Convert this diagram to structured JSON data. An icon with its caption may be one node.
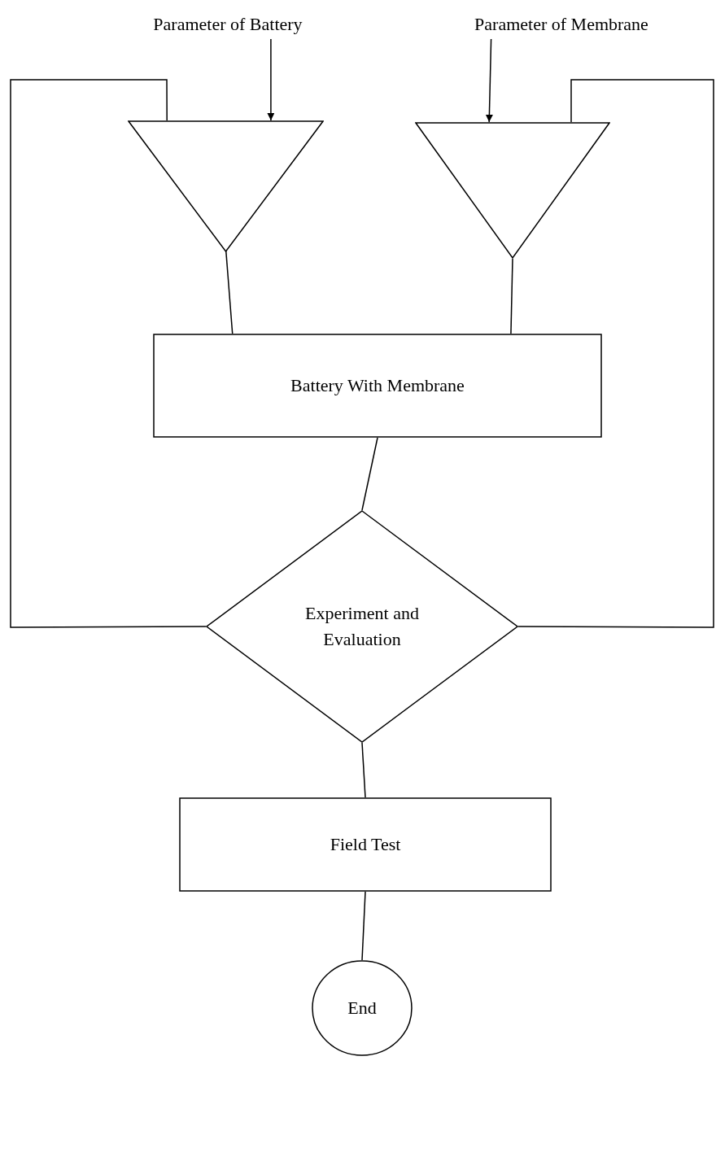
{
  "diagram": {
    "nodes": [
      {
        "text": [
          "Parameter of Battery"
        ]
      },
      {
        "text": [
          "Parameter of Membrane"
        ]
      },
      {
        "text": [],
        "shape": "triangle"
      },
      {
        "text": [],
        "shape": "triangle"
      },
      {
        "text": [
          "Battery With Membrane"
        ]
      },
      {
        "text": [
          "Experiment and Evaluation"
        ]
      },
      {
        "text": [
          "Field Test"
        ]
      },
      {
        "text": [
          "End"
        ]
      }
    ],
    "edges": [
      {
        "from": 0,
        "to": 2,
        "arrow": "to"
      },
      {
        "from": 1,
        "to": 3,
        "arrow": "to"
      },
      {
        "from": 2,
        "to": 4,
        "arrow": "none"
      },
      {
        "from": 3,
        "to": 4,
        "arrow": "none"
      },
      {
        "from": 4,
        "to": 5,
        "arrow": "none"
      },
      {
        "from": 5,
        "to": 2,
        "arrow": "none"
      },
      {
        "from": 5,
        "to": 3,
        "arrow": "none"
      },
      {
        "from": 5,
        "to": 6,
        "arrow": "none"
      },
      {
        "from": 6,
        "to": 7,
        "arrow": "none"
      }
    ]
  }
}
